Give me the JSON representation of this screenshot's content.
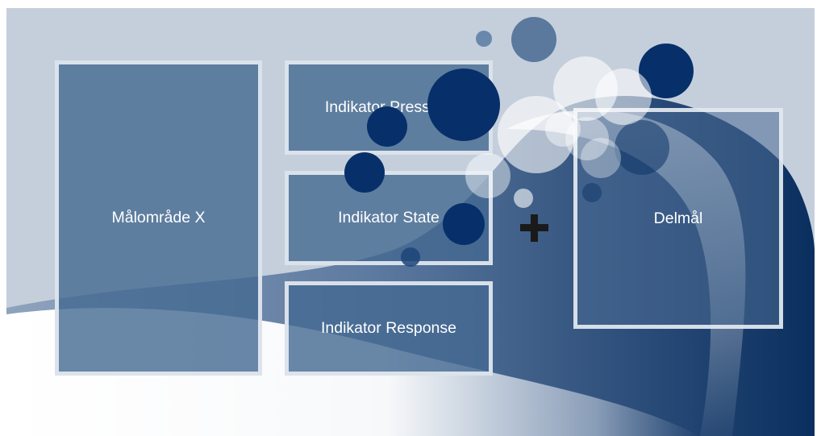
{
  "main_goal": "Målområde X",
  "indicators": {
    "pressure": "Indikator Pressure",
    "state": "Indikator State",
    "response": "Indikator Response"
  },
  "operator": "+",
  "sub_goal": "Delmål",
  "colors": {
    "background": "#c5cfdc",
    "box_fill": "#436991",
    "box_border": "#ecf0f6",
    "wave_dark": "#0b2f5e",
    "bubble_dark": "#07306a",
    "bubble_light": "#ffffff",
    "operator": "#1a1a1a"
  }
}
